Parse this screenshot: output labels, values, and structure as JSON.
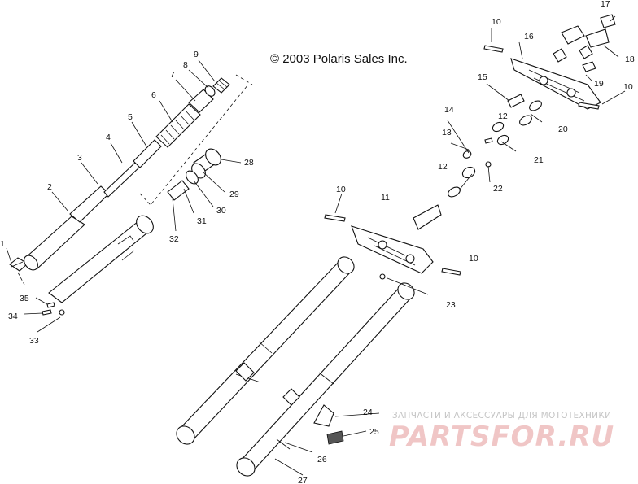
{
  "copyright": "© 2003 Polaris Sales Inc.",
  "watermark": {
    "caption": "ЗАПЧАСТИ И АКСЕССУАРЫ ДЛЯ МОТОТЕХНИКИ",
    "brand": "PARTSFOR.RU"
  },
  "callouts": [
    {
      "id": "c1",
      "label": "1"
    },
    {
      "id": "c2",
      "label": "2"
    },
    {
      "id": "c3",
      "label": "3"
    },
    {
      "id": "c4",
      "label": "4"
    },
    {
      "id": "c5",
      "label": "5"
    },
    {
      "id": "c6",
      "label": "6"
    },
    {
      "id": "c7",
      "label": "7"
    },
    {
      "id": "c8",
      "label": "8"
    },
    {
      "id": "c9",
      "label": "9"
    },
    {
      "id": "c10a",
      "label": "10"
    },
    {
      "id": "c10b",
      "label": "10"
    },
    {
      "id": "c10c",
      "label": "10"
    },
    {
      "id": "c10d",
      "label": "10"
    },
    {
      "id": "c11",
      "label": "11"
    },
    {
      "id": "c12a",
      "label": "12"
    },
    {
      "id": "c12b",
      "label": "12"
    },
    {
      "id": "c13",
      "label": "13"
    },
    {
      "id": "c14",
      "label": "14"
    },
    {
      "id": "c15",
      "label": "15"
    },
    {
      "id": "c16",
      "label": "16"
    },
    {
      "id": "c17",
      "label": "17"
    },
    {
      "id": "c18",
      "label": "18"
    },
    {
      "id": "c19",
      "label": "19"
    },
    {
      "id": "c20",
      "label": "20"
    },
    {
      "id": "c21",
      "label": "21"
    },
    {
      "id": "c22",
      "label": "22"
    },
    {
      "id": "c23",
      "label": "23"
    },
    {
      "id": "c24",
      "label": "24"
    },
    {
      "id": "c25",
      "label": "25"
    },
    {
      "id": "c26",
      "label": "26"
    },
    {
      "id": "c27",
      "label": "27"
    },
    {
      "id": "c28",
      "label": "28"
    },
    {
      "id": "c29",
      "label": "29"
    },
    {
      "id": "c30",
      "label": "30"
    },
    {
      "id": "c31",
      "label": "31"
    },
    {
      "id": "c32",
      "label": "32"
    },
    {
      "id": "c33",
      "label": "33"
    },
    {
      "id": "c34",
      "label": "34"
    },
    {
      "id": "c35",
      "label": "35"
    }
  ]
}
